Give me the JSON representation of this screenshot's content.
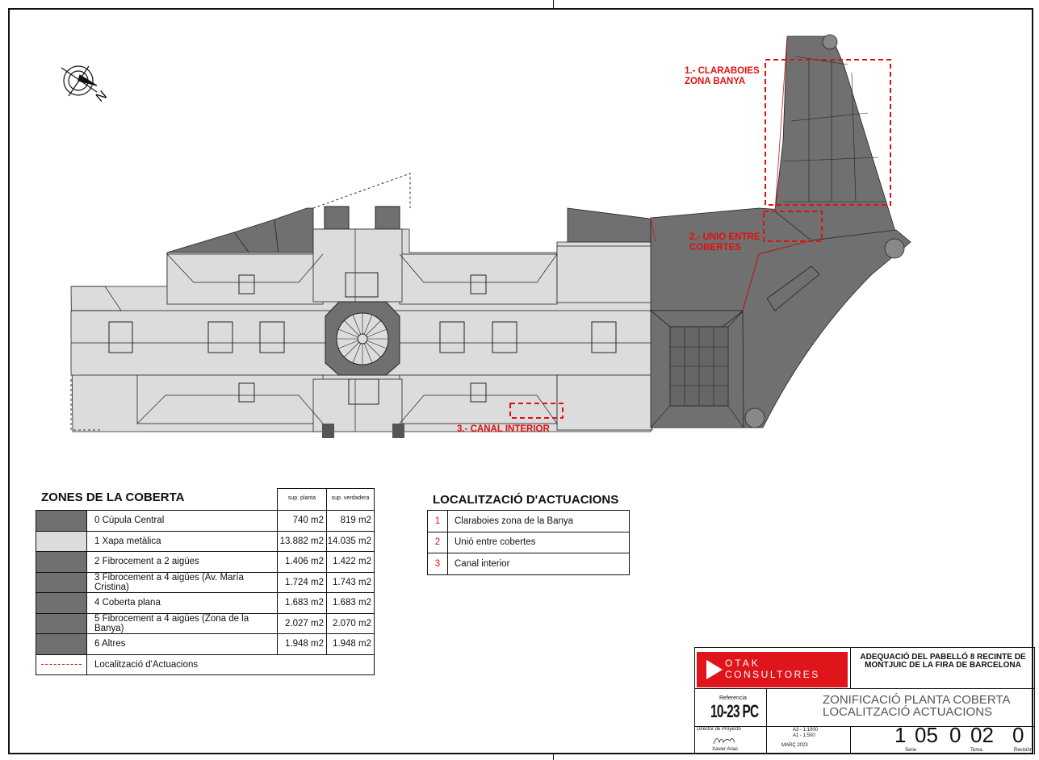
{
  "compass": {
    "letter": "N"
  },
  "plan_labels": {
    "l1_line1": "1.- CLARABOIES",
    "l1_line2": "ZONA BANYA",
    "l2_line1": "2.- UNIÓ ENTRE",
    "l2_line2": "COBERTES",
    "l3": "3.- CANAL INTERIOR"
  },
  "zones": {
    "title": "ZONES DE LA COBERTA",
    "col1": "sup. planta",
    "col2": "sup. verdadera",
    "rows": [
      {
        "name": "0 Cúpula Central",
        "planta": "740 m2",
        "verdadera": "819 m2",
        "color": "#707070"
      },
      {
        "name": "1 Xapa metàlica",
        "planta": "13.882 m2",
        "verdadera": "14.035 m2",
        "color": "#dcdcdc"
      },
      {
        "name": "2 Fibrocement a 2 aigües",
        "planta": "1.406 m2",
        "verdadera": "1.422 m2",
        "color": "#707070"
      },
      {
        "name": "3 Fibrocement a 4 aigües (Av. María Cristina)",
        "planta": "1.724 m2",
        "verdadera": "1.743 m2",
        "color": "#707070"
      },
      {
        "name": "4 Coberta plana",
        "planta": "1.683 m2",
        "verdadera": "1.683 m2",
        "color": "#707070"
      },
      {
        "name": "5 Fibrocement a 4 aigües (Zona de la Banya)",
        "planta": "2.027 m2",
        "verdadera": "2.070 m2",
        "color": "#707070"
      },
      {
        "name": "6 Altres",
        "planta": "1.948 m2",
        "verdadera": "1.948 m2",
        "color": "#707070"
      }
    ],
    "legend_red": "Localització d'Actuacions",
    "red_color": "#e01010"
  },
  "locations": {
    "title": "LOCALITZACIÓ  D'ACTUACIONS",
    "rows": [
      {
        "n": "1",
        "text": "Claraboies zona de la Banya"
      },
      {
        "n": "2",
        "text": "Unió entre cobertes"
      },
      {
        "n": "3",
        "text": "Canal interior"
      }
    ]
  },
  "titleblock": {
    "logo_line1": "OTAK",
    "logo_line2": "CONSULTORES",
    "project": "ADEQUACIÓ DEL PABELLÓ 8 RECINTE DE MONTJUIC DE LA FIRA DE BARCELONA",
    "ref_label": "Referencia",
    "ref": "10-23 PC",
    "drawing_line1": "ZONIFICACIÓ PLANTA COBERTA",
    "drawing_line2": "LOCALITZACIÓ ACTUACIONS",
    "director_label": "Director de Proyecto",
    "director_name": "Xavier Arias",
    "scale1": "A3 - 1:1000",
    "scale2": "A1 - 1:500",
    "date": "MARÇ 2023",
    "serie": "1",
    "code2": "05",
    "tema1": "0",
    "tema2": "02",
    "revision": "0",
    "serie_label": "Serie",
    "tema_label": "Tema",
    "revision_label": "Revisión"
  }
}
